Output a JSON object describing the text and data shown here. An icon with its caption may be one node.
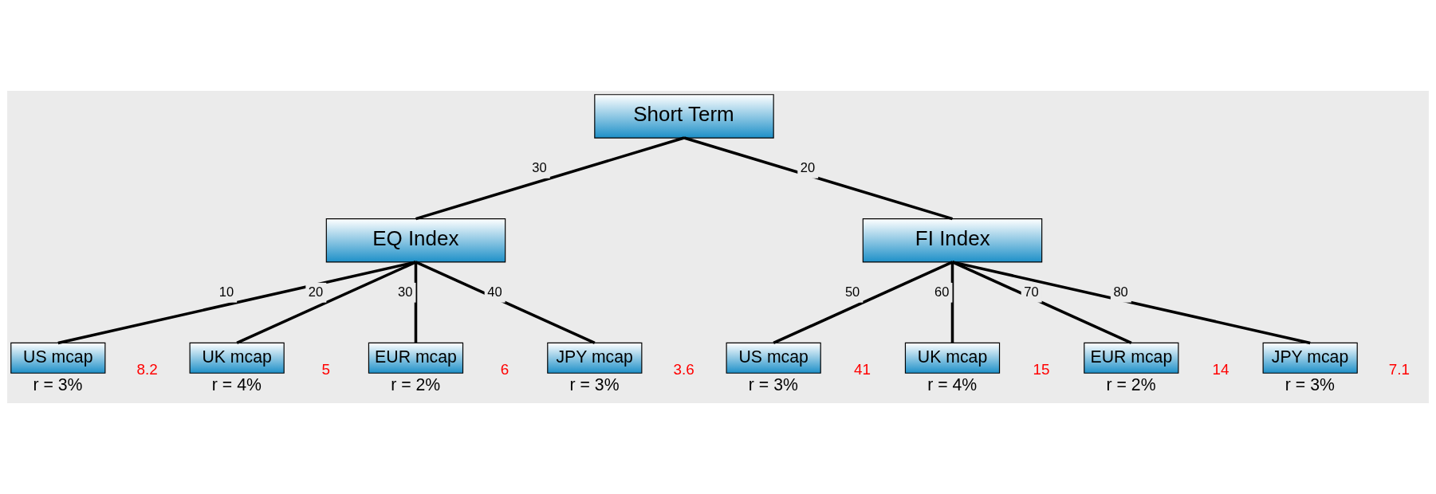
{
  "diagram": {
    "nodes": [
      {
        "text": [
          "Short Term"
        ]
      },
      {
        "text": [
          "EQ Index"
        ]
      },
      {
        "text": [
          "FI Index"
        ]
      },
      {
        "text": [
          "US mcap"
        ],
        "beside": [
          "r = 3%"
        ]
      },
      {
        "text": [
          "UK mcap"
        ],
        "beside": [
          "r = 4%"
        ]
      },
      {
        "text": [
          "EUR mcap"
        ],
        "beside": [
          "r = 2%"
        ]
      },
      {
        "text": [
          "JPY mcap"
        ],
        "beside": [
          "r = 3%"
        ]
      },
      {
        "text": [
          "US mcap"
        ],
        "beside": [
          "r = 3%"
        ]
      },
      {
        "text": [
          "UK mcap"
        ],
        "beside": [
          "r = 4%"
        ]
      },
      {
        "text": [
          "EUR mcap"
        ],
        "beside": [
          "r = 2%"
        ]
      },
      {
        "text": [
          "JPY mcap"
        ],
        "beside": [
          "r = 3%"
        ]
      }
    ],
    "edges": [
      {
        "from": 0,
        "to": 1,
        "arrow": "none",
        "label": "30"
      },
      {
        "from": 0,
        "to": 2,
        "arrow": "none",
        "label": "20"
      },
      {
        "from": 1,
        "to": 3,
        "arrow": "none",
        "label": "10"
      },
      {
        "from": 1,
        "to": 4,
        "arrow": "none",
        "label": "20"
      },
      {
        "from": 1,
        "to": 5,
        "arrow": "none",
        "label": "30"
      },
      {
        "from": 1,
        "to": 6,
        "arrow": "none",
        "label": "40"
      },
      {
        "from": 2,
        "to": 7,
        "arrow": "none",
        "label": "50"
      },
      {
        "from": 2,
        "to": 8,
        "arrow": "none",
        "label": "60"
      },
      {
        "from": 2,
        "to": 9,
        "arrow": "none",
        "label": "70"
      },
      {
        "from": 2,
        "to": 10,
        "arrow": "none",
        "label": "80"
      }
    ],
    "labels": [
      "8.2",
      "5",
      "6",
      "3.6",
      "41",
      "15",
      "14",
      "7.1"
    ]
  }
}
